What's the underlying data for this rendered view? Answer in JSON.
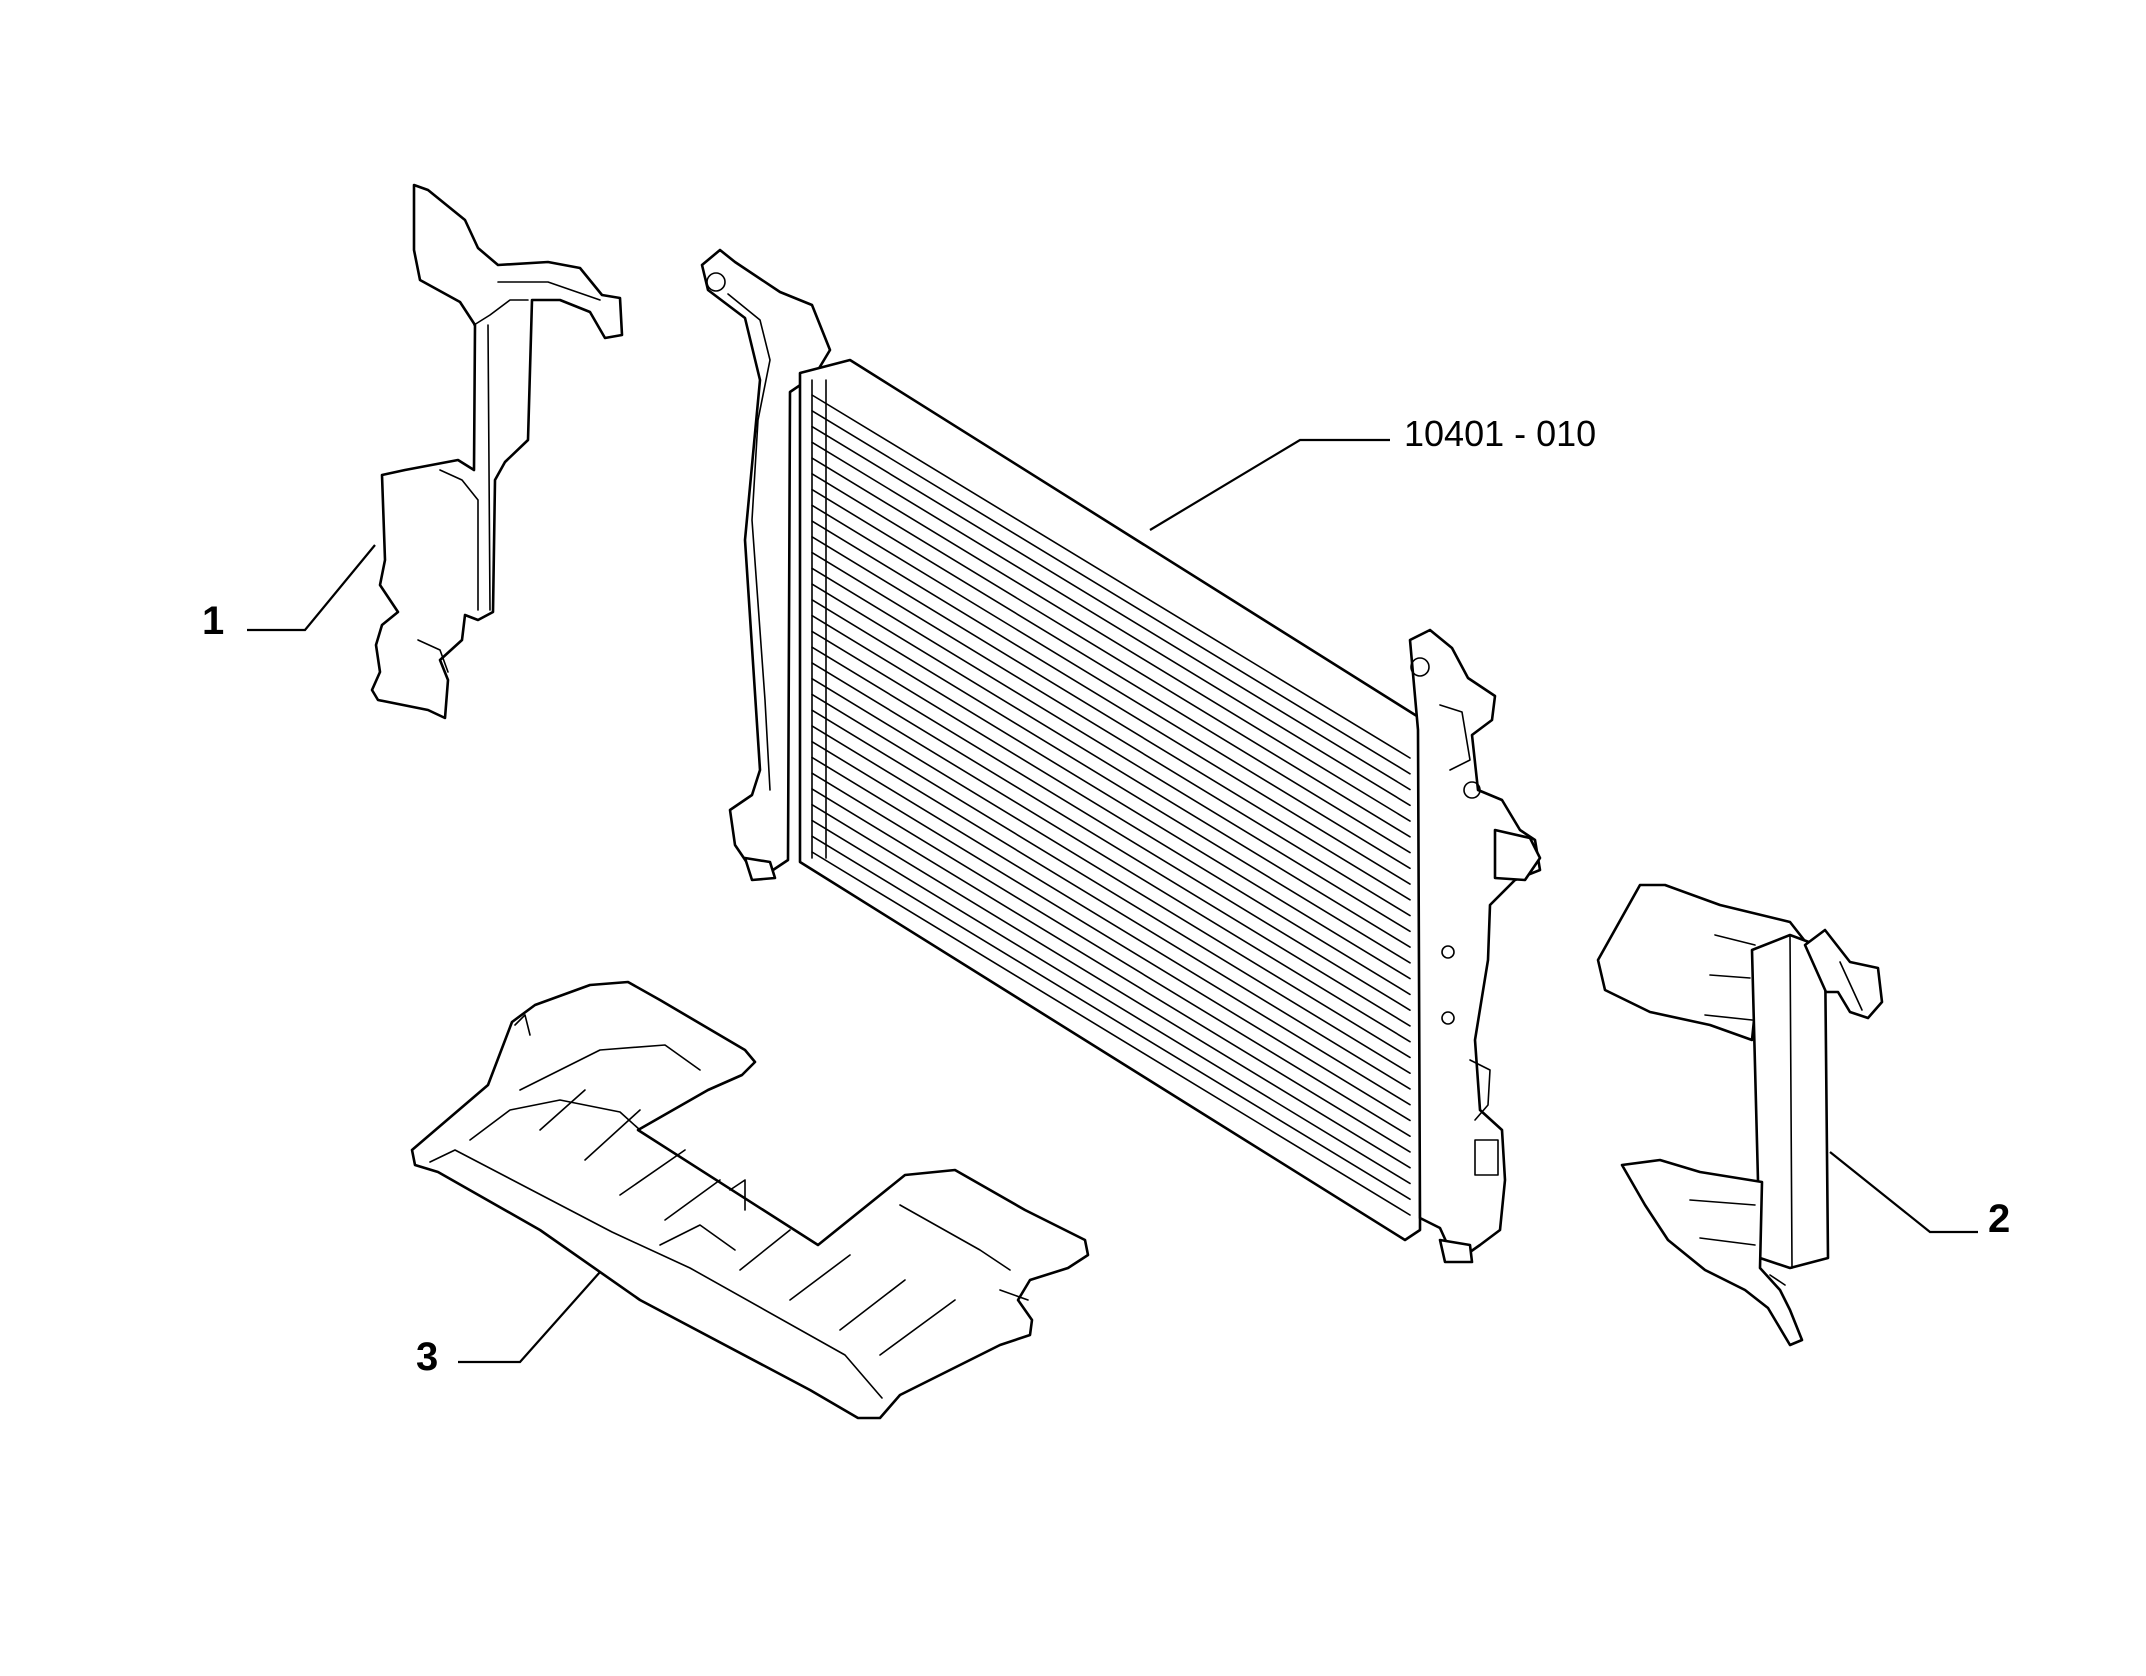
{
  "diagram": {
    "callouts": [
      {
        "id": "1",
        "label": "1",
        "part": "left-air-deflector"
      },
      {
        "id": "2",
        "label": "2",
        "part": "right-air-deflector"
      },
      {
        "id": "3",
        "label": "3",
        "part": "lower-air-shield"
      }
    ],
    "reference": {
      "label": "10401 - 010",
      "part": "radiator"
    }
  }
}
